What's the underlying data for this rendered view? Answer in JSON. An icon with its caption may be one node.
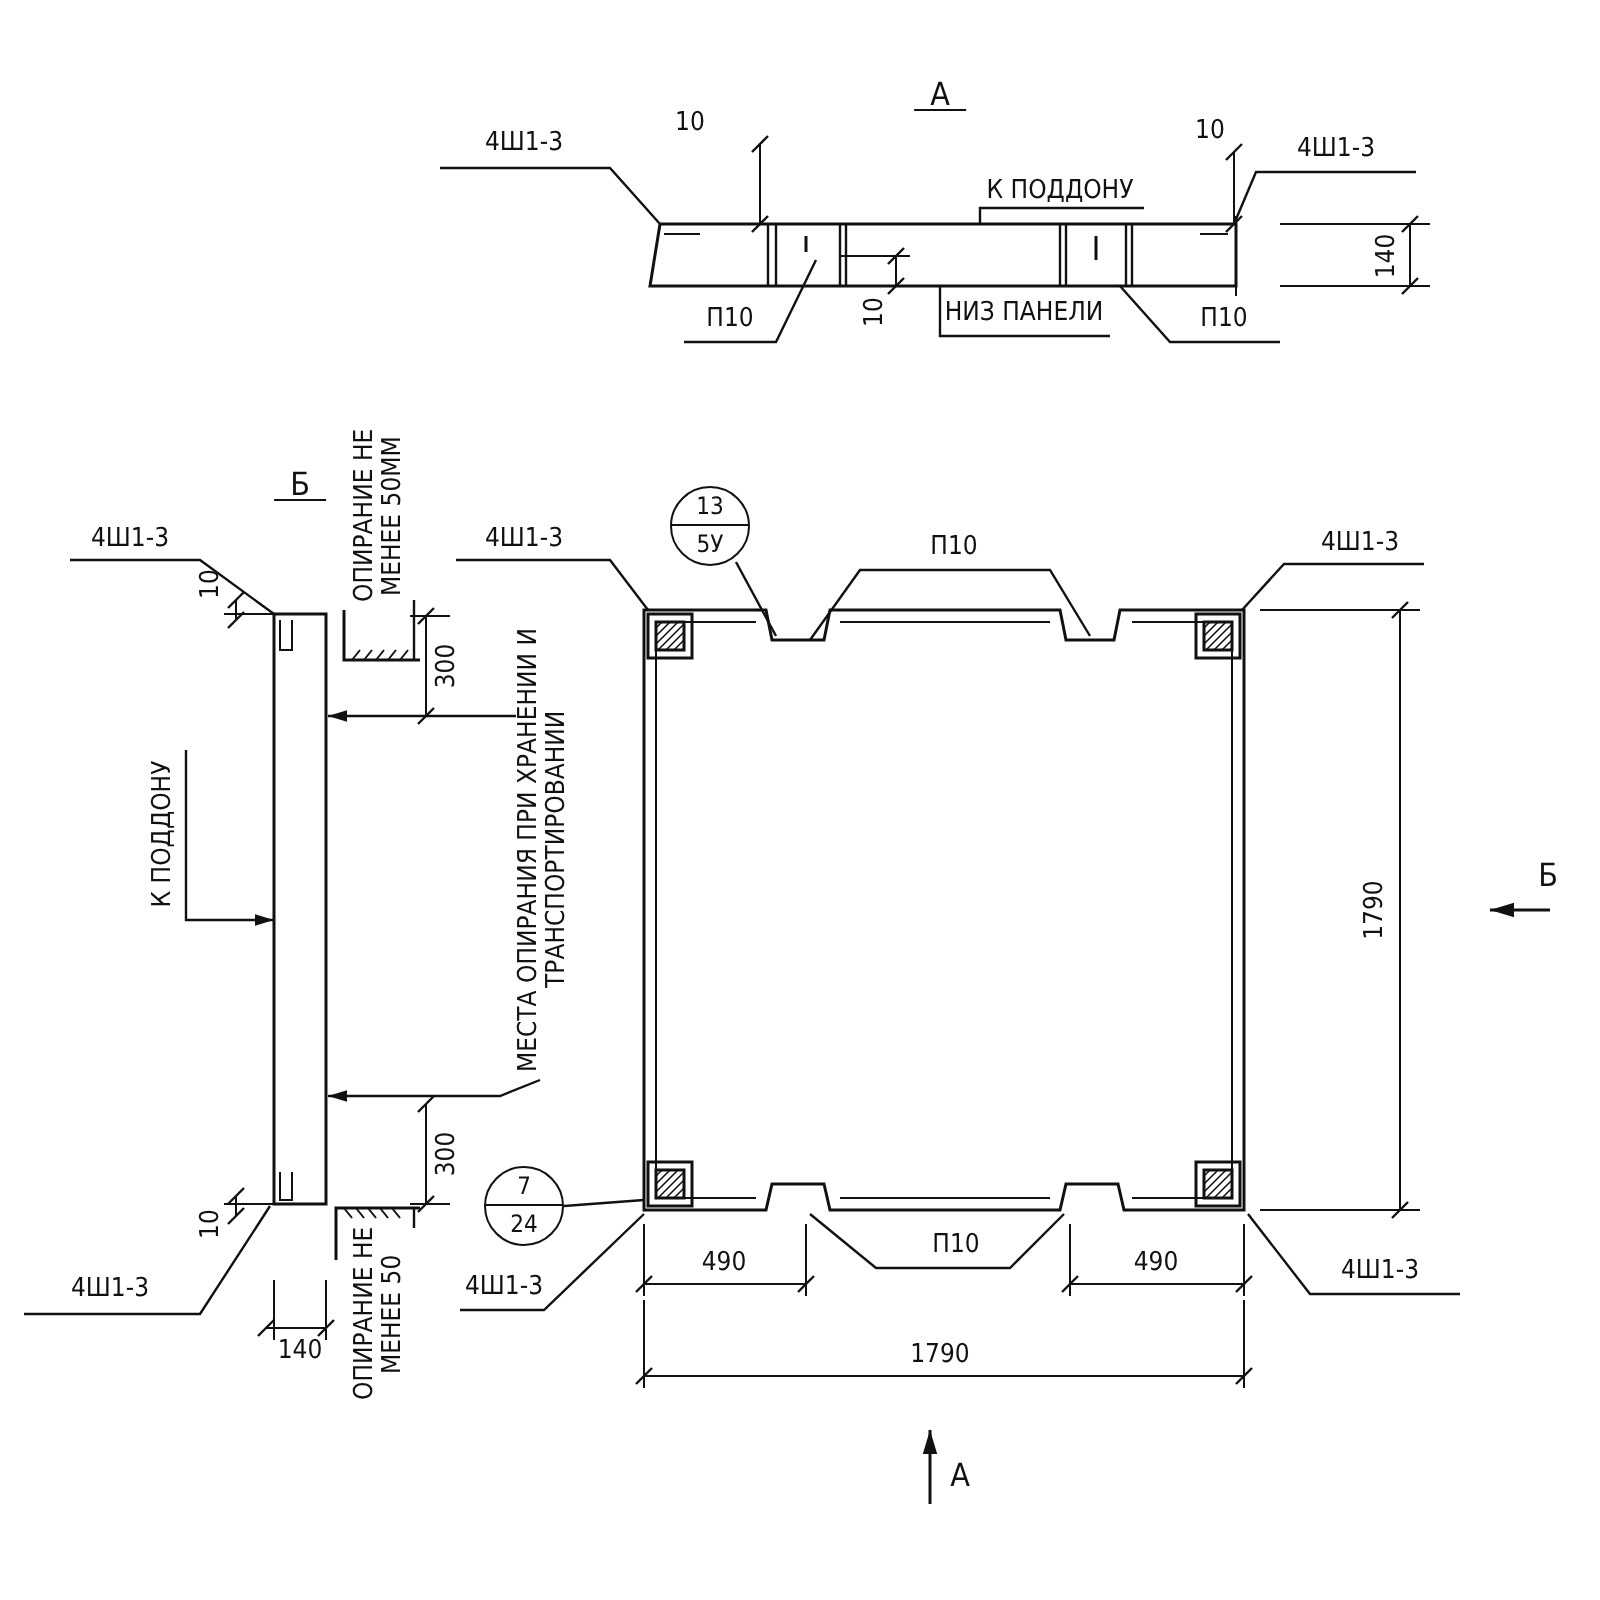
{
  "diagram": {
    "nodes": [
      {
        "text": [
          "4Ш1-3"
        ]
      },
      {
        "text": [
          "4Ш1-3"
        ]
      },
      {
        "text": [
          "К ПОДДОНУ"
        ]
      },
      {
        "text": [
          "П10"
        ]
      },
      {
        "text": [
          "НИЗ ПАНЕЛИ"
        ]
      },
      {
        "text": [
          "П10"
        ]
      },
      {
        "text": [
          "4Ш1-3"
        ]
      },
      {
        "text": [
          "ОПИРАНИЕ НЕ МЕНЕЕ 50ММ"
        ]
      },
      {
        "text": [
          "К ПОДДОНУ"
        ]
      },
      {
        "text": [
          "МЕСТА ОПИРАНИЯ ПРИ ХРАНЕНИИ И ТРАНСПОРТИРОВАНИИ"
        ]
      },
      {
        "text": [
          "4Ш1-3"
        ]
      },
      {
        "text": [
          "ОПИРАНИЕ НЕ МЕНЕЕ 50"
        ]
      },
      {
        "text": [
          "4Ш1-3"
        ]
      },
      {
        "text": [
          "13",
          "5У"
        ]
      },
      {
        "text": [
          "П10"
        ]
      },
      {
        "text": [
          "4Ш1-3"
        ]
      },
      {
        "text": [
          "7",
          "24"
        ]
      },
      {
        "text": [
          "4Ш1-3"
        ]
      },
      {
        "text": [
          "П10"
        ]
      },
      {
        "text": [
          "4Ш1-3"
        ]
      },
      {
        "text": [],
        "shape": "box"
      },
      {
        "text": [],
        "shape": "box"
      },
      {
        "text": [],
        "shape": "box"
      },
      {
        "text": [],
        "shape": "box"
      },
      {
        "text": [],
        "shape": "box"
      }
    ],
    "edges": [
      {
        "from": 0,
        "to": 20,
        "arrow": "none"
      },
      {
        "from": 1,
        "to": 20,
        "arrow": "none"
      },
      {
        "from": 2,
        "to": 20,
        "arrow": "none"
      },
      {
        "from": 3,
        "to": 20,
        "arrow": "none"
      },
      {
        "from": 4,
        "to": 20,
        "arrow": "none"
      },
      {
        "from": 5,
        "to": 20,
        "arrow": "none"
      },
      {
        "from": 6,
        "to": 21,
        "arrow": "none"
      },
      {
        "from": 7,
        "to": 22,
        "arrow": "none"
      },
      {
        "from": 8,
        "to": 21,
        "arrow": "to"
      },
      {
        "from": 9,
        "to": 21,
        "arrow": "to"
      },
      {
        "from": 9,
        "to": 21,
        "arrow": "to"
      },
      {
        "from": 10,
        "to": 21,
        "arrow": "none"
      },
      {
        "from": 11,
        "to": 23,
        "arrow": "none"
      },
      {
        "from": 12,
        "to": 24,
        "arrow": "none"
      },
      {
        "from": 13,
        "to": 24,
        "arrow": "none"
      },
      {
        "from": 14,
        "to": 24,
        "arrow": "none"
      },
      {
        "from": 14,
        "to": 24,
        "arrow": "none"
      },
      {
        "from": 15,
        "to": 24,
        "arrow": "none"
      },
      {
        "from": 16,
        "to": 24,
        "arrow": "none"
      },
      {
        "from": 17,
        "to": 24,
        "arrow": "none"
      },
      {
        "from": 18,
        "to": 24,
        "arrow": "none"
      },
      {
        "from": 18,
        "to": 24,
        "arrow": "none"
      },
      {
        "from": 19,
        "to": 24,
        "arrow": "none"
      }
    ],
    "labels": [
      "А",
      "10",
      "10",
      "140",
      "10",
      "Б",
      "10",
      "300",
      "1790",
      "Б",
      "300",
      "10",
      "490",
      "490",
      "140",
      "1790",
      "А"
    ]
  }
}
